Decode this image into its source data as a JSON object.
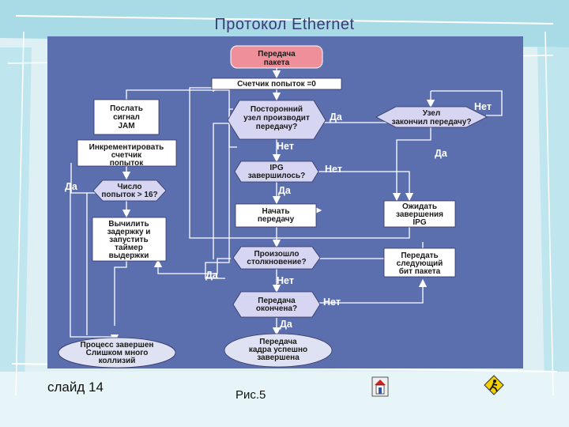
{
  "slide": {
    "title": "Протокол Ethernet",
    "slide_number": "слайд 14",
    "figure_label": "Рис.5"
  },
  "nodes": {
    "start": [
      "Передача",
      "пакета"
    ],
    "counter": [
      "Счетчик попыток =0"
    ],
    "busy": [
      "Посторонний",
      "узел производит",
      "передачу?"
    ],
    "node_done": [
      "Узел",
      "закончил передачу?"
    ],
    "send_jam": [
      "Послать",
      "сигнал",
      "JAM"
    ],
    "increment": [
      "Инкрементировать",
      "счетчик",
      "попыток"
    ],
    "count_check": [
      "Число",
      "попыток > 16?"
    ],
    "ipg_done": [
      "IPG",
      "завершилось?"
    ],
    "start_tx": [
      "Начать",
      "передачу"
    ],
    "wait_ipg": [
      "Ожидать",
      "завершения",
      "IPG"
    ],
    "delay": [
      "Вычилить",
      "задержку и",
      "запустить",
      "таймер",
      "выдержки"
    ],
    "collision": [
      "Произошло",
      "столкновение?"
    ],
    "send_next": [
      "Передать",
      "следующий",
      "бит пакета"
    ],
    "tx_done": [
      "Передача",
      "окончена?"
    ],
    "fail": [
      "Процесс завершен",
      "Слишком много",
      "коллизий"
    ],
    "success": [
      "Передача",
      "кадра успешно",
      "завершена"
    ]
  },
  "labels": {
    "yes": "Да",
    "no": "Нет"
  },
  "icons": {
    "left_button": "home-icon",
    "right_button": "exit-icon"
  },
  "colors": {
    "panel": "#5b6fae",
    "terminal": "#ef8f9a",
    "process": "#ffffff",
    "decision": "#d6d6f2",
    "ellipse": "#dfe2f2",
    "title": "#3a3a78"
  }
}
